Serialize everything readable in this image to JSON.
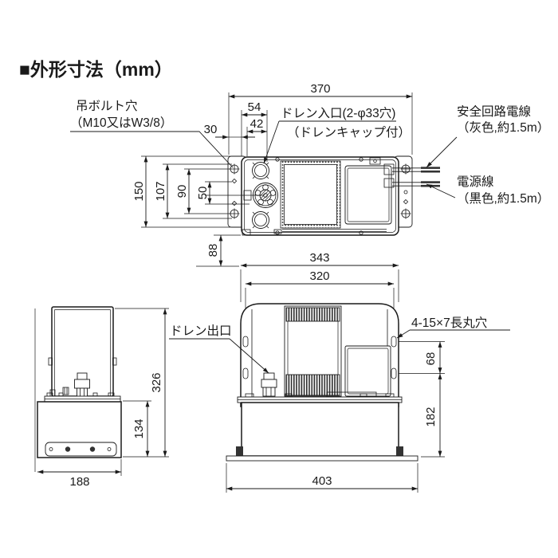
{
  "title": "■外形寸法（mm）",
  "top_view": {
    "labels": {
      "hanging_bolt_line1": "吊ボルト穴",
      "hanging_bolt_line2": "（M10又はW3/8）",
      "drain_inlet_line1": "ドレン入口(2-φ33穴)",
      "drain_inlet_line2": "（ドレンキャップ付）",
      "safety_wire_line1": "安全回路電線",
      "safety_wire_line2": "（灰色,約1.5m）",
      "power_wire_line1": "電源線",
      "power_wire_line2": "（黒色,約1.5m）"
    },
    "dims": {
      "d370": "370",
      "d54": "54",
      "d42": "42",
      "d30": "30",
      "d150": "150",
      "d107": "107",
      "d90": "90",
      "d50": "50",
      "d88": "88"
    }
  },
  "front_view": {
    "labels": {
      "drain_outlet": "ドレン出口",
      "oblong_hole": "4-15×7長丸穴"
    },
    "dims": {
      "d343": "343",
      "d320": "320",
      "d68": "68",
      "d182": "182",
      "d403": "403"
    }
  },
  "side_view": {
    "dims": {
      "d326": "326",
      "d134": "134",
      "d188": "188"
    }
  },
  "colors": {
    "line": "#1a1a1a",
    "background": "#ffffff"
  }
}
